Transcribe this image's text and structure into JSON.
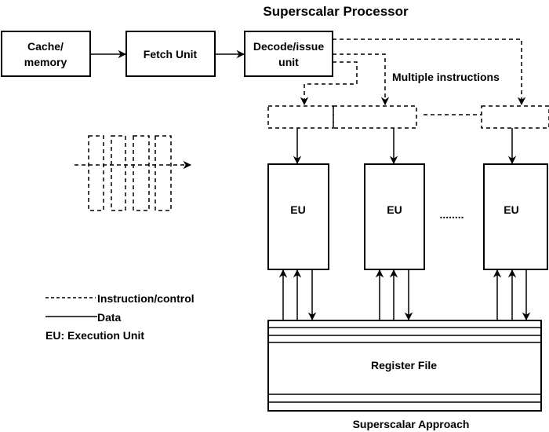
{
  "title": "Superscalar Processor",
  "caption": "Superscalar Approach",
  "blocks": {
    "cache": [
      "Cache/",
      "memory"
    ],
    "fetch": "Fetch Unit",
    "decode": [
      "Decode/issue",
      "unit"
    ],
    "register_file": "Register File"
  },
  "multiple_instructions_label": "Multiple instructions",
  "execution_units": [
    "EU",
    "EU",
    "EU"
  ],
  "ellipsis": "........",
  "legend": {
    "dashed": "Instruction/control",
    "solid": "Data",
    "abbrev": "EU: Execution Unit"
  }
}
